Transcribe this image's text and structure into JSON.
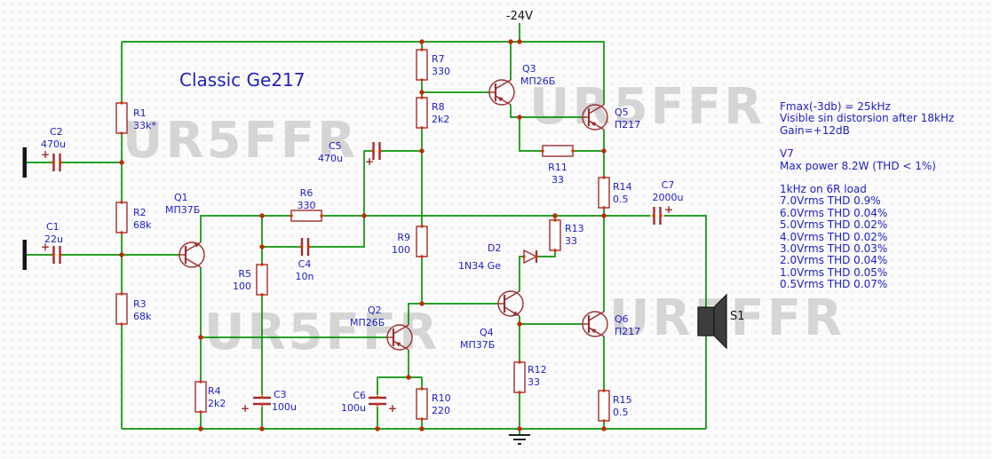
{
  "title": "Classic Ge217",
  "supply": "-24V",
  "watermark": "UR5FFR",
  "plus": "+",
  "colors": {
    "wire": "#0a930a",
    "part": "#9c2e2e",
    "label": "#1c1cc8",
    "pin": "#e03100",
    "junction": "#c02a00",
    "watermark": "#cfcfcf"
  },
  "notes": {
    "lines_top": [
      "Fmax(-3db) = 25kHz",
      "Visible sin distorsion after 18kHz",
      "Gain=+12dB"
    ],
    "version": "V7",
    "power": "Max power 8.2W (THD < 1%)",
    "load_header": "1kHz on 6R load",
    "thd": [
      "7.0Vrms THD 0.9%",
      "6.0Vrms THD 0.04%",
      "5.0Vrms THD 0.02%",
      "4.0Vrms THD 0.02%",
      "3.0Vrms THD 0.03%",
      "2.0Vrms THD 0.04%",
      "1.0Vrms THD 0.05%",
      "0.5Vrms THD 0.07%"
    ]
  },
  "components": {
    "R1": {
      "ref": "R1",
      "value": "33k*"
    },
    "R2": {
      "ref": "R2",
      "value": "68k"
    },
    "R3": {
      "ref": "R3",
      "value": "68k"
    },
    "R4": {
      "ref": "R4",
      "value": "2k2"
    },
    "R5": {
      "ref": "R5",
      "value": "100"
    },
    "R6": {
      "ref": "R6",
      "value": "330"
    },
    "R7": {
      "ref": "R7",
      "value": "330"
    },
    "R8": {
      "ref": "R8",
      "value": "2k2"
    },
    "R9": {
      "ref": "R9",
      "value": "100"
    },
    "R10": {
      "ref": "R10",
      "value": "220"
    },
    "R11": {
      "ref": "R11",
      "value": "33"
    },
    "R12": {
      "ref": "R12",
      "value": "33"
    },
    "R13": {
      "ref": "R13",
      "value": "33"
    },
    "R14": {
      "ref": "R14",
      "value": "0.5"
    },
    "R15": {
      "ref": "R15",
      "value": "0.5"
    },
    "C1": {
      "ref": "C1",
      "value": "22u"
    },
    "C2": {
      "ref": "C2",
      "value": "470u"
    },
    "C3": {
      "ref": "C3",
      "value": "100u"
    },
    "C4": {
      "ref": "C4",
      "value": "10n"
    },
    "C5": {
      "ref": "C5",
      "value": "470u"
    },
    "C6": {
      "ref": "C6",
      "value": "100u"
    },
    "C7": {
      "ref": "C7",
      "value": "2000u"
    },
    "Q1": {
      "ref": "Q1",
      "value": "МП37Б"
    },
    "Q2": {
      "ref": "Q2",
      "value": "МП26Б"
    },
    "Q3": {
      "ref": "Q3",
      "value": "МП26Б"
    },
    "Q4": {
      "ref": "Q4",
      "value": "МП37Б"
    },
    "Q5": {
      "ref": "Q5",
      "value": "П217"
    },
    "Q6": {
      "ref": "Q6",
      "value": "П217"
    },
    "D2": {
      "ref": "D2",
      "value": "1N34 Ge"
    },
    "S1": {
      "ref": "S1"
    }
  }
}
